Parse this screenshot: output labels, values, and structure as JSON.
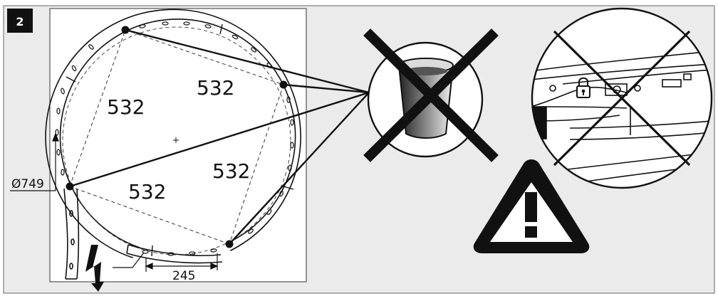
{
  "step_number": "2",
  "labels": {
    "span_1": "532",
    "span_2": "532",
    "span_3": "532",
    "span_4": "532",
    "diameter": "Ø749",
    "gap": "245"
  },
  "icons": {
    "no_cup": "crossed-cup-icon",
    "no_padlock": "crossed-padlock-icon",
    "warning": "warning-triangle-icon",
    "lightning": "lightning-bolt-icon"
  },
  "colors": {
    "panel_background": "#ebebeb",
    "drawing_background": "#ffffff",
    "line": "#111111"
  }
}
